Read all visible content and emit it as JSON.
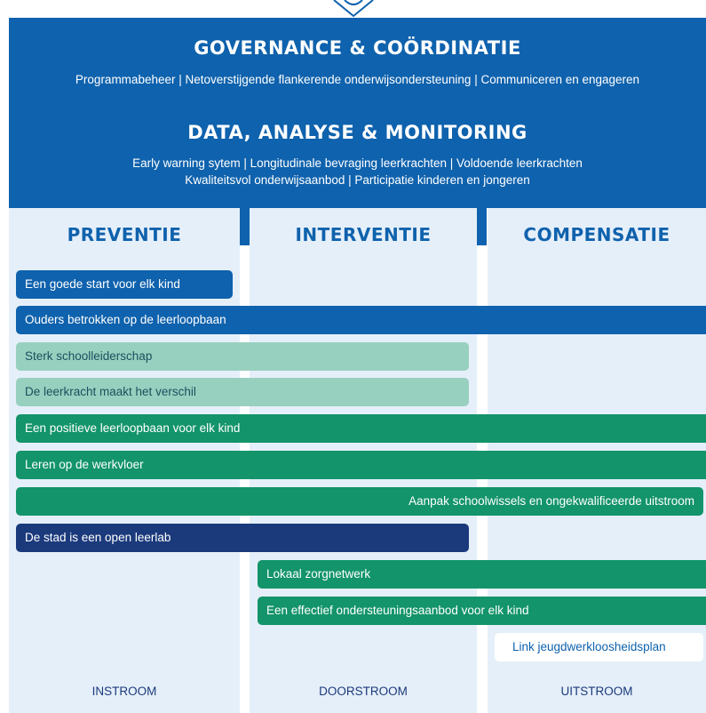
{
  "header": {
    "title_1": "GOVERNANCE & COÖRDINATIE",
    "sub_1": "Programmabeheer | Netoverstijgende flankerende onderwijsondersteuning | Communiceren en engageren",
    "title_2": "DATA, ANALYSE & MONITORING",
    "sub_2a": "Early warning sytem | Longitudinale bevraging leerkrachten | Voldoende leerkrachten",
    "sub_2b": "Kwaliteitsvol onderwijsaanbod | Participatie kinderen en jongeren"
  },
  "columns": [
    "PREVENTIE",
    "INTERVENTIE",
    "COMPENSATIE"
  ],
  "bars": [
    "Een goede start voor elk kind",
    "Ouders betrokken op de leerloopbaan",
    "Sterk schoolleiderschap",
    "De leerkracht maakt het verschil",
    "Een positieve leerloopbaan voor elk kind",
    "Leren op de werkvloer",
    "Aanpak schoolwissels en ongekwalificeerde uitstroom",
    "De stad is een open leerlab",
    "Lokaal zorgnetwerk",
    "Een effectief ondersteuningsaanbod voor elk kind",
    "Link jeugdwerkloosheidsplan"
  ],
  "footer": [
    "INSTROOM",
    "DOORSTROOM",
    "UITSTROOM"
  ],
  "colors": {
    "primary_blue": "#0f62ad",
    "light_panel": "#e5eff9",
    "mint": "#98d0bf",
    "green": "#13946a",
    "navy": "#1b3a7c"
  }
}
